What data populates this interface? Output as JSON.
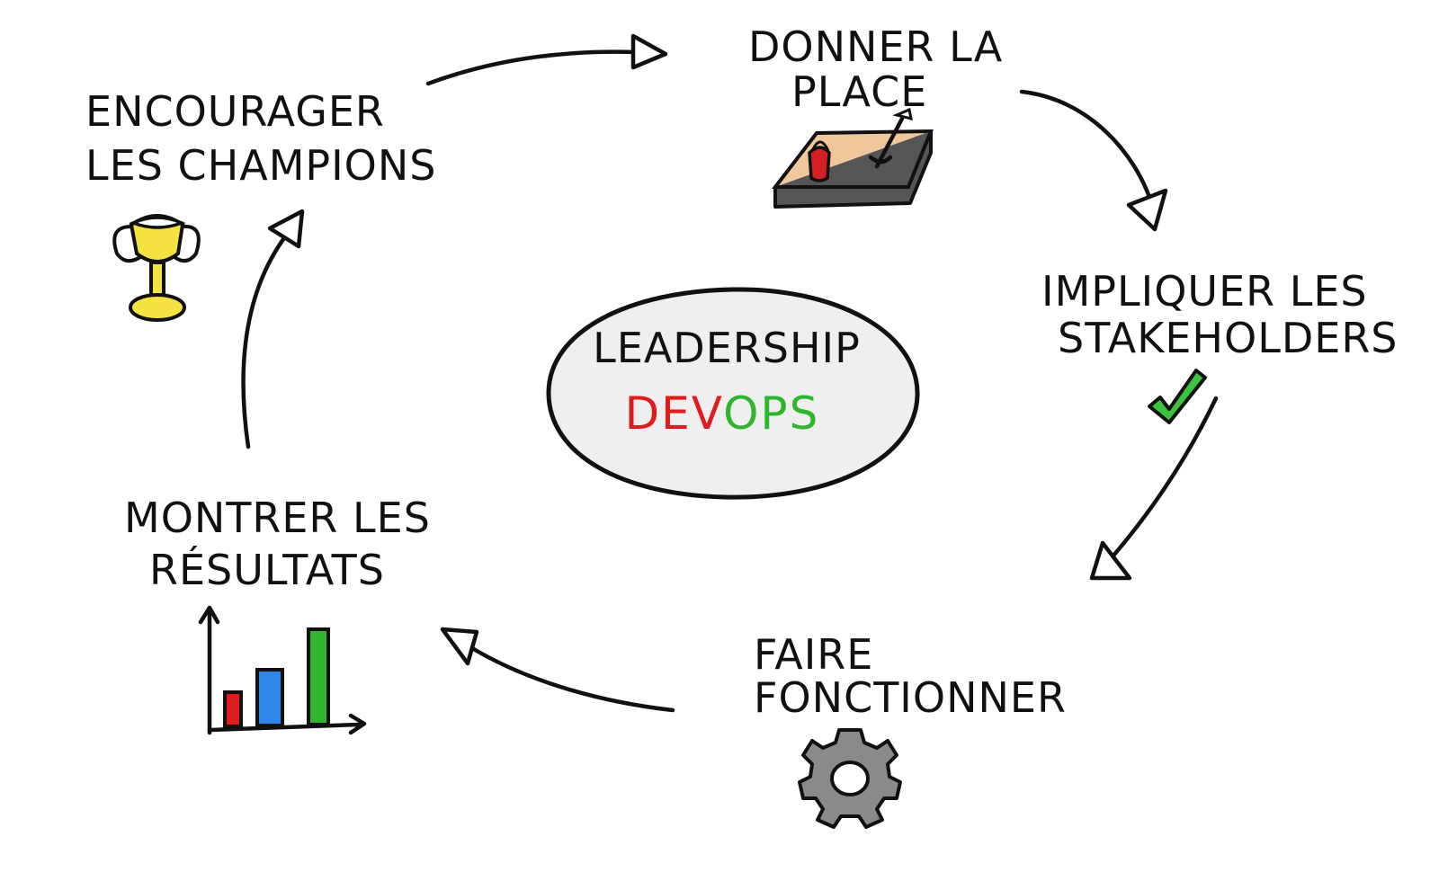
{
  "center": {
    "title": "LEADERSHIP",
    "subtitle_part1": "DEV",
    "subtitle_part2": "OPS",
    "color_part1": "#e01b1b",
    "color_part2": "#2fb52f"
  },
  "steps": {
    "donner": {
      "line1": "DONNER LA",
      "line2": "PLACE",
      "icon": "sandbox-icon"
    },
    "impliquer": {
      "line1": "IMPLIQUER LES",
      "line2": "STAKEHOLDERS",
      "icon": "checkmark-icon"
    },
    "faire": {
      "line1": "FAIRE",
      "line2": "FONCTIONNER",
      "icon": "gear-icon"
    },
    "montrer": {
      "line1": "MONTRER LES",
      "line2": "RÉSULTATS",
      "icon": "bar-chart-icon"
    },
    "encourager": {
      "line1": "ENCOURAGER",
      "line2": "LES CHAMPIONS",
      "icon": "trophy-icon"
    }
  },
  "colors": {
    "trophy": "#f5e342",
    "check": "#3cc23c",
    "gear": "#8a8a8a",
    "bar_red": "#e01b1b",
    "bar_blue": "#2e86e6",
    "bar_green": "#2fb52f",
    "sand": "#f0c79a",
    "bucket": "#d42020"
  }
}
